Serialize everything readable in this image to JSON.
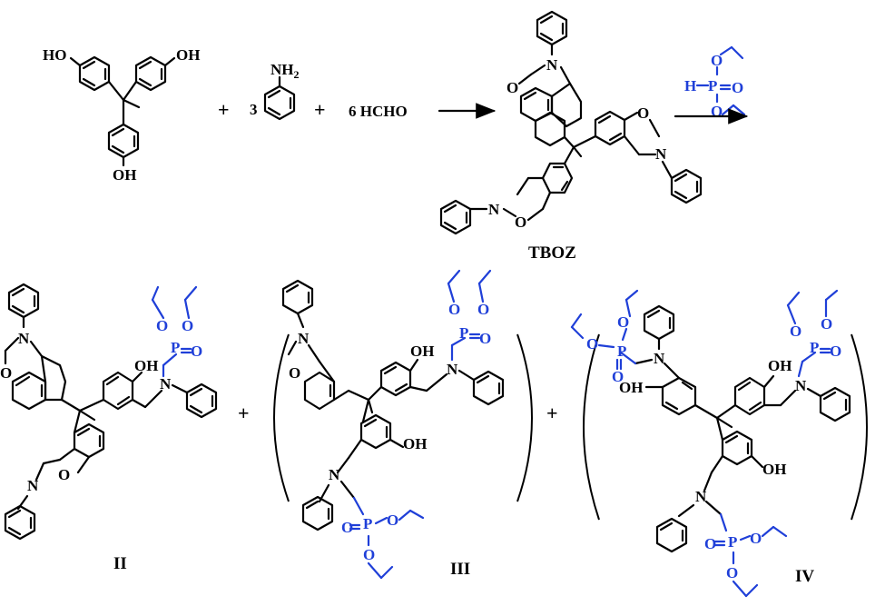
{
  "reactants": {
    "amine_coefficient": "3",
    "formaldehyde": "6 HCHO",
    "amine_group": "NH",
    "amine_sub": "2"
  },
  "atoms": {
    "hydroxyl_left": "HO",
    "hydroxyl": "OH",
    "nitrogen": "N",
    "oxygen": "O",
    "phosphorus": "P",
    "hydrogen": "H"
  },
  "products": {
    "tboz_label": "TBOZ",
    "label_ii": "II",
    "label_iii": "III",
    "label_iv": "IV"
  },
  "symbols": {
    "plus": "+"
  },
  "colors": {
    "phosphite": "#1f3fd8",
    "structure": "#000000"
  }
}
